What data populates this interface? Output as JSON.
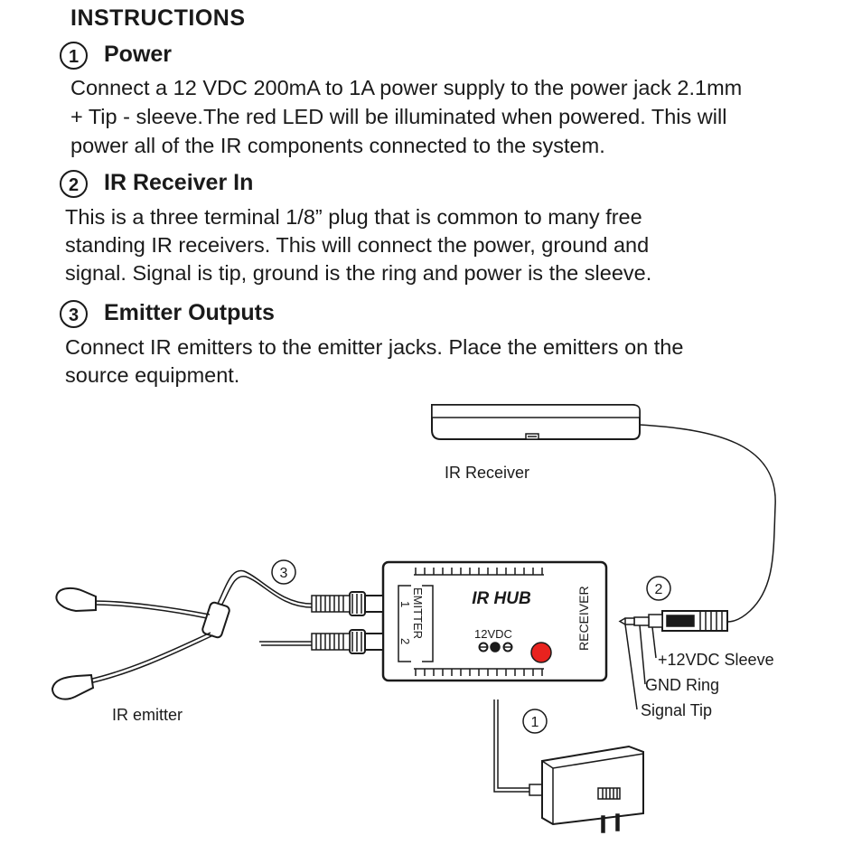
{
  "heading": "INSTRUCTIONS",
  "sections": [
    {
      "number": "1",
      "title": "Power",
      "lines": [
        "Connect a 12 VDC 200mA to 1A power supply to the power jack 2.1mm",
        "+ Tip - sleeve.The red LED will be illuminated when powered. This will",
        "power all of the IR components connected  to the system."
      ]
    },
    {
      "number": "2",
      "title": "IR Receiver In",
      "lines": [
        "This is a three terminal 1/8” plug that is common to many free",
        "standing IR receivers. This will connect the power, ground and",
        "signal. Signal is tip, ground is the ring and power is the sleeve."
      ]
    },
    {
      "number": "3",
      "title": "Emitter Outputs",
      "lines": [
        "Connect IR emitters to the emitter jacks. Place the emitters on the",
        "source equipment."
      ]
    }
  ],
  "diagram": {
    "ir_receiver_label": "IR Receiver",
    "ir_emitter_label": "IR emitter",
    "hub_title": "IR  HUB",
    "emitter_label": "EMITTER",
    "emitter_port_1": "1",
    "emitter_port_2": "2",
    "receiver_label": "RECEIVER",
    "power_label": "12VDC",
    "callout_1": "1",
    "callout_2": "2",
    "callout_3": "3",
    "sleeve_label": "+12VDC Sleeve",
    "ring_label": "GND Ring",
    "tip_label": "Signal Tip",
    "led_color": "#e8231f"
  }
}
